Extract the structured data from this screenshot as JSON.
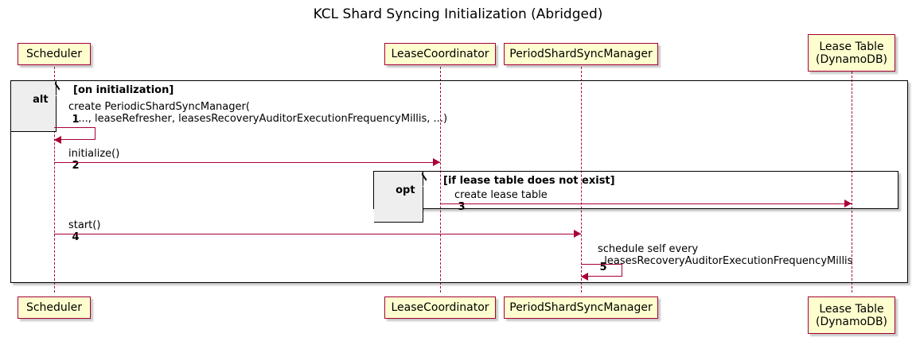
{
  "title": "KCL Shard Syncing Initialization (Abridged)",
  "participants": [
    {
      "id": "scheduler",
      "lines": [
        "Scheduler"
      ]
    },
    {
      "id": "lease-coordinator",
      "lines": [
        "LeaseCoordinator"
      ]
    },
    {
      "id": "period-shard-sync-manager",
      "lines": [
        "PeriodShardSyncManager"
      ]
    },
    {
      "id": "lease-table",
      "lines": [
        "Lease Table",
        "(DynamoDB)"
      ]
    }
  ],
  "fragments": [
    {
      "id": "alt",
      "label": "alt",
      "guard": "[on initialization]"
    },
    {
      "id": "opt",
      "label": "opt",
      "guard": "[if lease table does not exist]"
    }
  ],
  "messages": [
    {
      "num": "1",
      "from": "scheduler",
      "to": "scheduler",
      "self": true,
      "lines": [
        "create PeriodicShardSyncManager(",
        "   ..., leaseRefresher, leasesRecoveryAuditorExecutionFrequencyMillis, ...)"
      ]
    },
    {
      "num": "2",
      "from": "scheduler",
      "to": "lease-coordinator",
      "self": false,
      "lines": [
        "initialize()"
      ]
    },
    {
      "num": "3",
      "from": "lease-coordinator",
      "to": "lease-table",
      "self": false,
      "lines": [
        "create lease table"
      ]
    },
    {
      "num": "4",
      "from": "scheduler",
      "to": "period-shard-sync-manager",
      "self": false,
      "lines": [
        "start()"
      ]
    },
    {
      "num": "5",
      "from": "period-shard-sync-manager",
      "to": "period-shard-sync-manager",
      "self": true,
      "lines": [
        "schedule self every",
        "  leasesRecoveryAuditorExecutionFrequencyMillis"
      ]
    }
  ],
  "colors": {
    "participant_fill": "#FEFECE",
    "participant_border": "#A80036",
    "arrow": "#A80036",
    "fragment_border": "#000000",
    "fragment_label_fill": "#EEEEEE",
    "background": "#FFFFFF"
  }
}
